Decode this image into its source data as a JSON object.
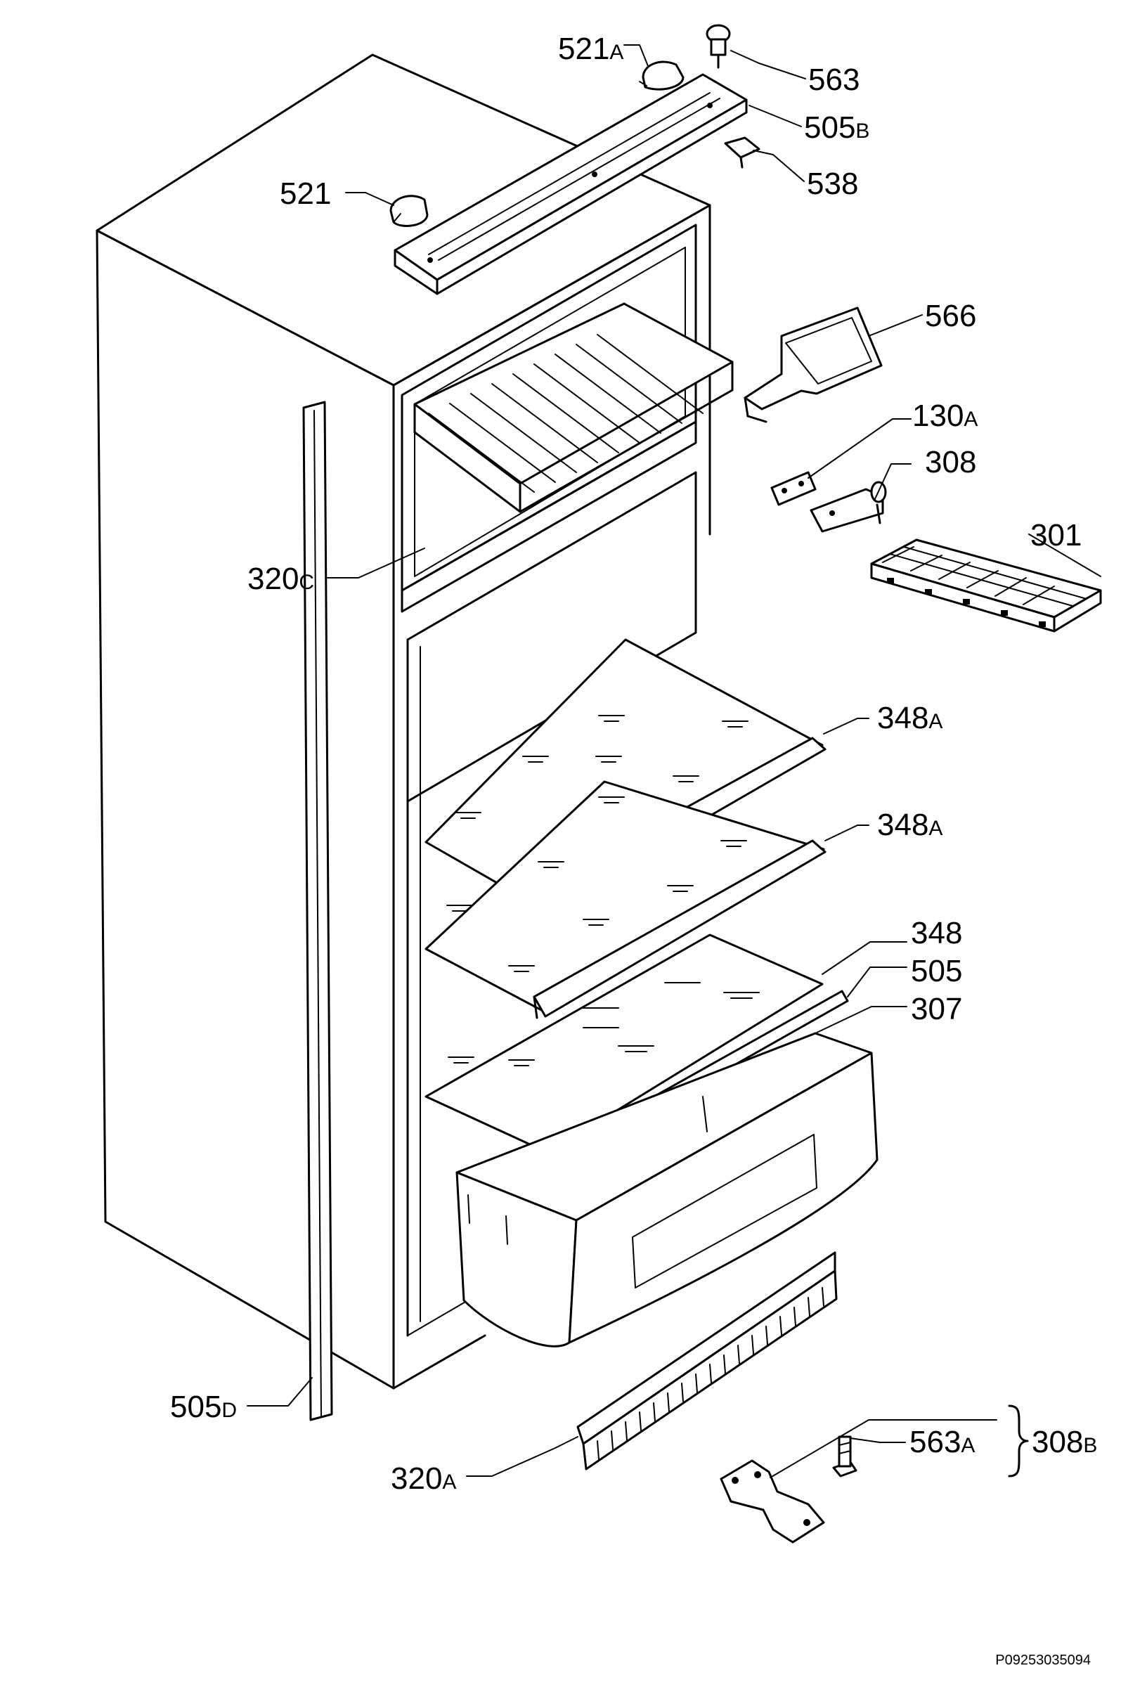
{
  "labels": [
    {
      "id": "l521a",
      "main": "521",
      "sub": "A"
    },
    {
      "id": "l563",
      "main": "563",
      "sub": ""
    },
    {
      "id": "l505b",
      "main": "505",
      "sub": "B"
    },
    {
      "id": "l538",
      "main": "538",
      "sub": ""
    },
    {
      "id": "l521",
      "main": "521",
      "sub": ""
    },
    {
      "id": "l566",
      "main": "566",
      "sub": ""
    },
    {
      "id": "l130a",
      "main": "130",
      "sub": "A"
    },
    {
      "id": "l308",
      "main": "308",
      "sub": ""
    },
    {
      "id": "l301",
      "main": "301",
      "sub": ""
    },
    {
      "id": "l320c",
      "main": "320",
      "sub": "C"
    },
    {
      "id": "l348a1",
      "main": "348",
      "sub": "A"
    },
    {
      "id": "l348a2",
      "main": "348",
      "sub": "A"
    },
    {
      "id": "l348",
      "main": "348",
      "sub": ""
    },
    {
      "id": "l505",
      "main": "505",
      "sub": ""
    },
    {
      "id": "l307",
      "main": "307",
      "sub": ""
    },
    {
      "id": "l505d",
      "main": "505",
      "sub": "D"
    },
    {
      "id": "l563a",
      "main": "563",
      "sub": "A"
    },
    {
      "id": "l308b",
      "main": "308",
      "sub": "B"
    },
    {
      "id": "l320a",
      "main": "320",
      "sub": "A"
    }
  ],
  "reference": "P09253035094"
}
